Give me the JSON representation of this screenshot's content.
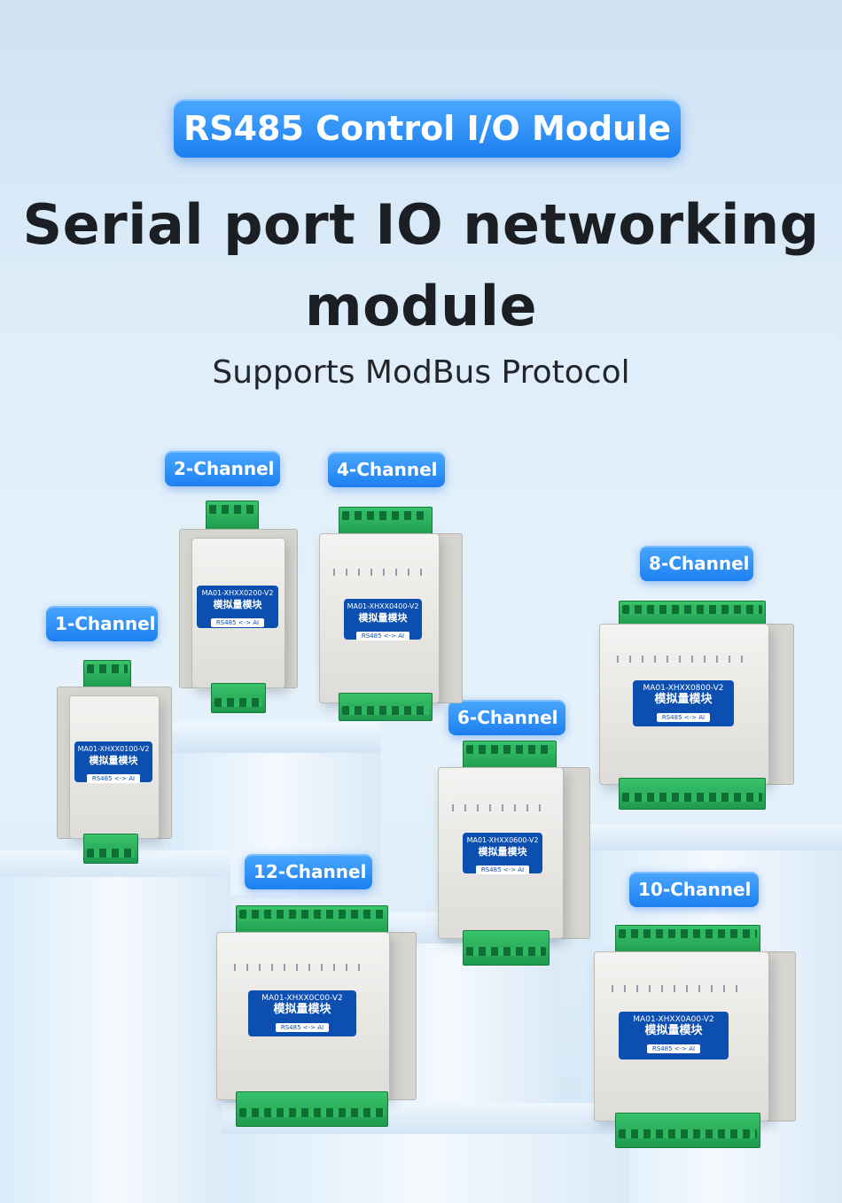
{
  "header": {
    "badge": "RS485 Control I/O Module",
    "headline_line1": "Serial port IO networking",
    "headline_line2": "module",
    "subtitle": "Supports ModBus Protocol"
  },
  "modules": [
    {
      "channel_label": "1-Channel",
      "model": "MA01-XHXX0100-V2",
      "name_cn": "模拟量模块",
      "protocol": "RS485 <-> AI"
    },
    {
      "channel_label": "2-Channel",
      "model": "MA01-XHXX0200-V2",
      "name_cn": "模拟量模块",
      "protocol": "RS485 <-> AI"
    },
    {
      "channel_label": "4-Channel",
      "model": "MA01-XHXX0400-V2",
      "name_cn": "模拟量模块",
      "protocol": "RS485 <-> AI"
    },
    {
      "channel_label": "8-Channel",
      "model": "MA01-XHXX0800-V2",
      "name_cn": "模拟量模块",
      "protocol": "RS485 <-> AI"
    },
    {
      "channel_label": "6-Channel",
      "model": "MA01-XHXX0600-V2",
      "name_cn": "模拟量模块",
      "protocol": "RS485 <-> AI"
    },
    {
      "channel_label": "12-Channel",
      "model": "MA01-XHXX0C00-V2",
      "name_cn": "模拟量模块",
      "protocol": "RS485 <-> AI"
    },
    {
      "channel_label": "10-Channel",
      "model": "MA01-XHXX0A00-V2",
      "name_cn": "模拟量模块",
      "protocol": "RS485 <-> AI"
    }
  ],
  "colors": {
    "accent": "#1d7ff0",
    "label_blue": "#0d4fb0",
    "terminal_green": "#28ab5a"
  }
}
